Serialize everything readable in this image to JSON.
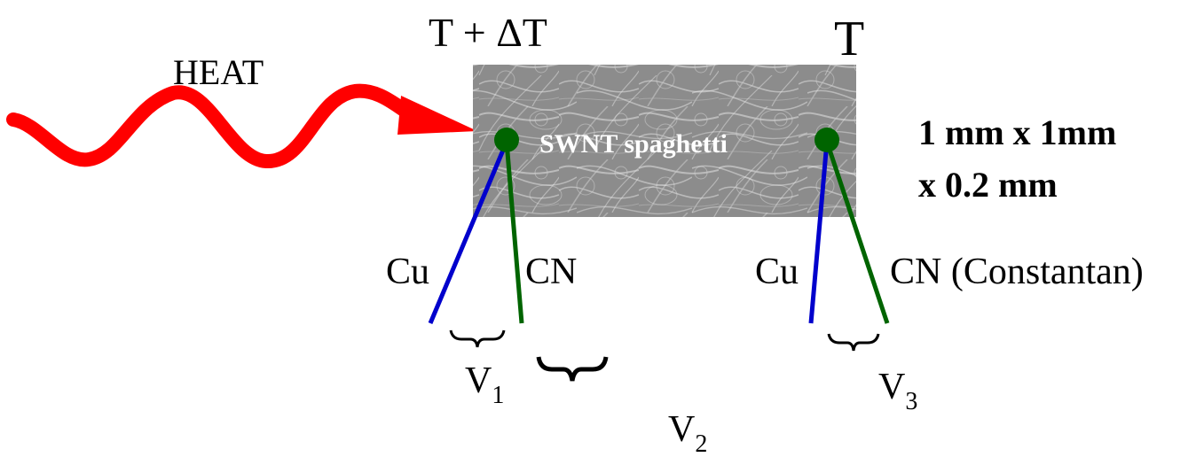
{
  "labels": {
    "heat": "HEAT",
    "hot_side": "T + ΔT",
    "cold_side": "T",
    "sample": "SWNT spaghetti",
    "dimensions_line1": "1 mm x 1mm",
    "dimensions_line2": "x 0.2 mm",
    "left_cu": "Cu",
    "left_cn": "CN",
    "right_cu": "Cu",
    "right_cn": "CN (Constantan)",
    "v1_base": "V",
    "v1_sub": "1",
    "v2_base": "V",
    "v2_sub": "2",
    "v3_base": "V",
    "v3_sub": "3"
  },
  "colors": {
    "heat_arrow": "#ff0000",
    "copper_wire": "#0000cc",
    "constantan_wire": "#006400",
    "junction": "#006400",
    "sample_fill": "#8c8c8c",
    "text": "#000000",
    "sample_label": "#ffffff"
  },
  "icons": {
    "heat_arrow": "wavy-arrow-icon",
    "junction": "dot-icon",
    "brace": "curly-brace-icon"
  }
}
